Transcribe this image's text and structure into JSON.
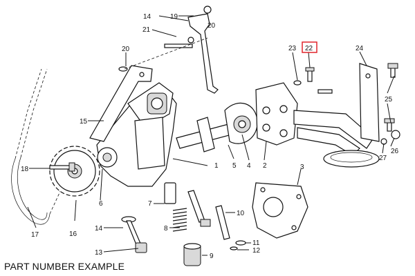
{
  "caption": "PART NUMBER EXAMPLE",
  "highlight_color": "#e0242b",
  "callouts": [
    {
      "id": "1",
      "text": "1"
    },
    {
      "id": "2",
      "text": "2"
    },
    {
      "id": "3",
      "text": "3"
    },
    {
      "id": "4",
      "text": "4"
    },
    {
      "id": "5",
      "text": "5"
    },
    {
      "id": "6",
      "text": "6"
    },
    {
      "id": "7",
      "text": "7"
    },
    {
      "id": "8",
      "text": "8"
    },
    {
      "id": "9",
      "text": "9"
    },
    {
      "id": "10",
      "text": "10"
    },
    {
      "id": "11",
      "text": "11"
    },
    {
      "id": "12",
      "text": "12"
    },
    {
      "id": "13",
      "text": "13"
    },
    {
      "id": "14a",
      "text": "14"
    },
    {
      "id": "14b",
      "text": "14"
    },
    {
      "id": "15",
      "text": "15"
    },
    {
      "id": "16",
      "text": "16"
    },
    {
      "id": "17",
      "text": "17"
    },
    {
      "id": "18",
      "text": "18"
    },
    {
      "id": "19",
      "text": "19"
    },
    {
      "id": "20a",
      "text": "20"
    },
    {
      "id": "20b",
      "text": "20"
    },
    {
      "id": "21",
      "text": "21"
    },
    {
      "id": "22",
      "text": "22"
    },
    {
      "id": "23",
      "text": "23"
    },
    {
      "id": "24",
      "text": "24"
    },
    {
      "id": "25",
      "text": "25"
    },
    {
      "id": "26",
      "text": "26"
    },
    {
      "id": "27",
      "text": "27"
    }
  ]
}
